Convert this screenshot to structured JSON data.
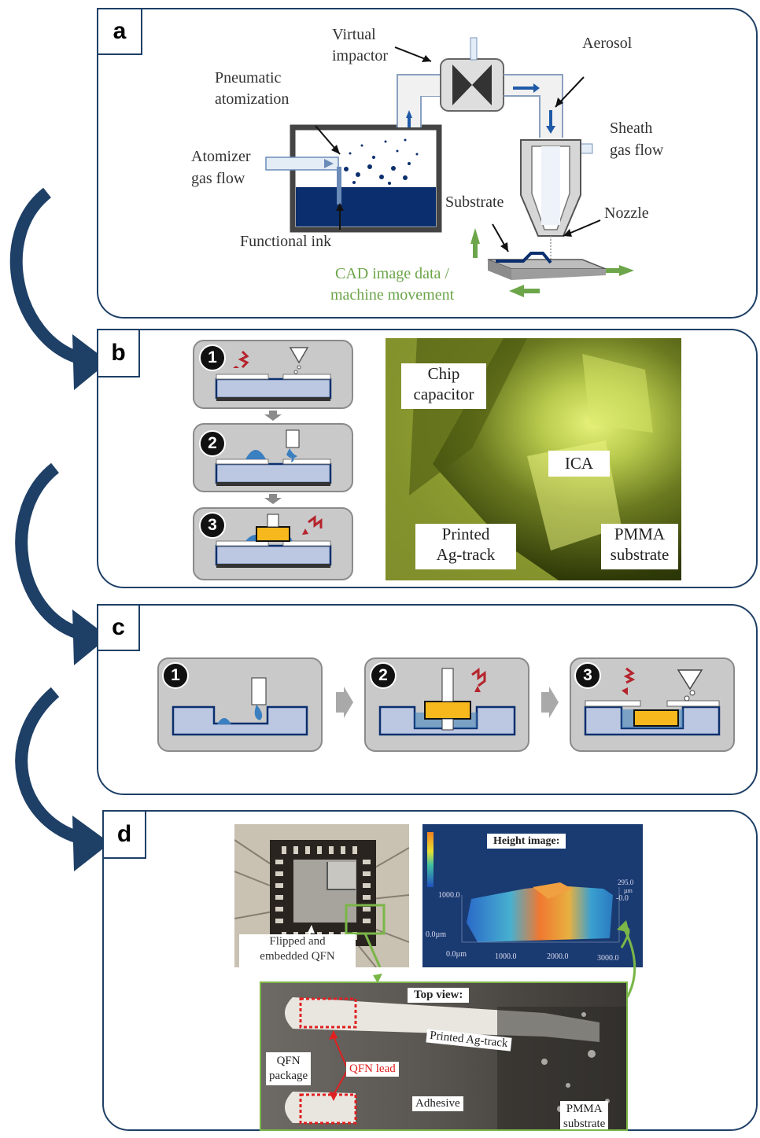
{
  "panels": {
    "a": {
      "tag": "a"
    },
    "b": {
      "tag": "b"
    },
    "c": {
      "tag": "c"
    },
    "d": {
      "tag": "d"
    }
  },
  "a_labels": {
    "virtual": "Virtual",
    "impactor": "impactor",
    "aerosol": "Aerosol",
    "pneumatic": "Pneumatic",
    "atomization": "atomization",
    "atomizer": "Atomizer",
    "gas_flow": "gas flow",
    "sheath": "Sheath",
    "sheath_gas_flow": "gas flow",
    "substrate": "Substrate",
    "nozzle": "Nozzle",
    "functional_ink": "Functional ink",
    "cad_line1": "CAD image data /",
    "cad_line2": "machine movement"
  },
  "b_labels": {
    "steps": [
      "1",
      "2",
      "3"
    ],
    "chip1": "Chip",
    "chip2": "capacitor",
    "ica": "ICA",
    "printed1": "Printed",
    "printed2": "Ag-track",
    "pmma1": "PMMA",
    "pmma2": "substrate"
  },
  "c_labels": {
    "steps": [
      "1",
      "2",
      "3"
    ]
  },
  "d_labels": {
    "flipped1": "Flipped and",
    "flipped2": "embedded QFN",
    "height_title": "Height image:",
    "top_title": "Top view:",
    "ticks_x": [
      "0.0µm",
      "1000.0",
      "2000.0",
      "3000.0"
    ],
    "ticks_y": [
      "1000.0",
      "0.0µm"
    ],
    "z_top": "295.0",
    "z_unit": "µm",
    "z_zero": "-0.0",
    "printed_track": "Printed Ag-track",
    "qfn1": "QFN",
    "qfn2": "package",
    "qfn_lead": "QFN lead",
    "adhesive": "Adhesive",
    "pmma1": "PMMA",
    "pmma2": "substrate"
  },
  "colors": {
    "frame": "#1e3f66",
    "ink": "#0b2f6e",
    "green": "#6da54a",
    "yellow": "#f6b81c",
    "drop": "#3a7fc0",
    "pale": "#bcc8e2",
    "red_wave": "#b5242d"
  }
}
